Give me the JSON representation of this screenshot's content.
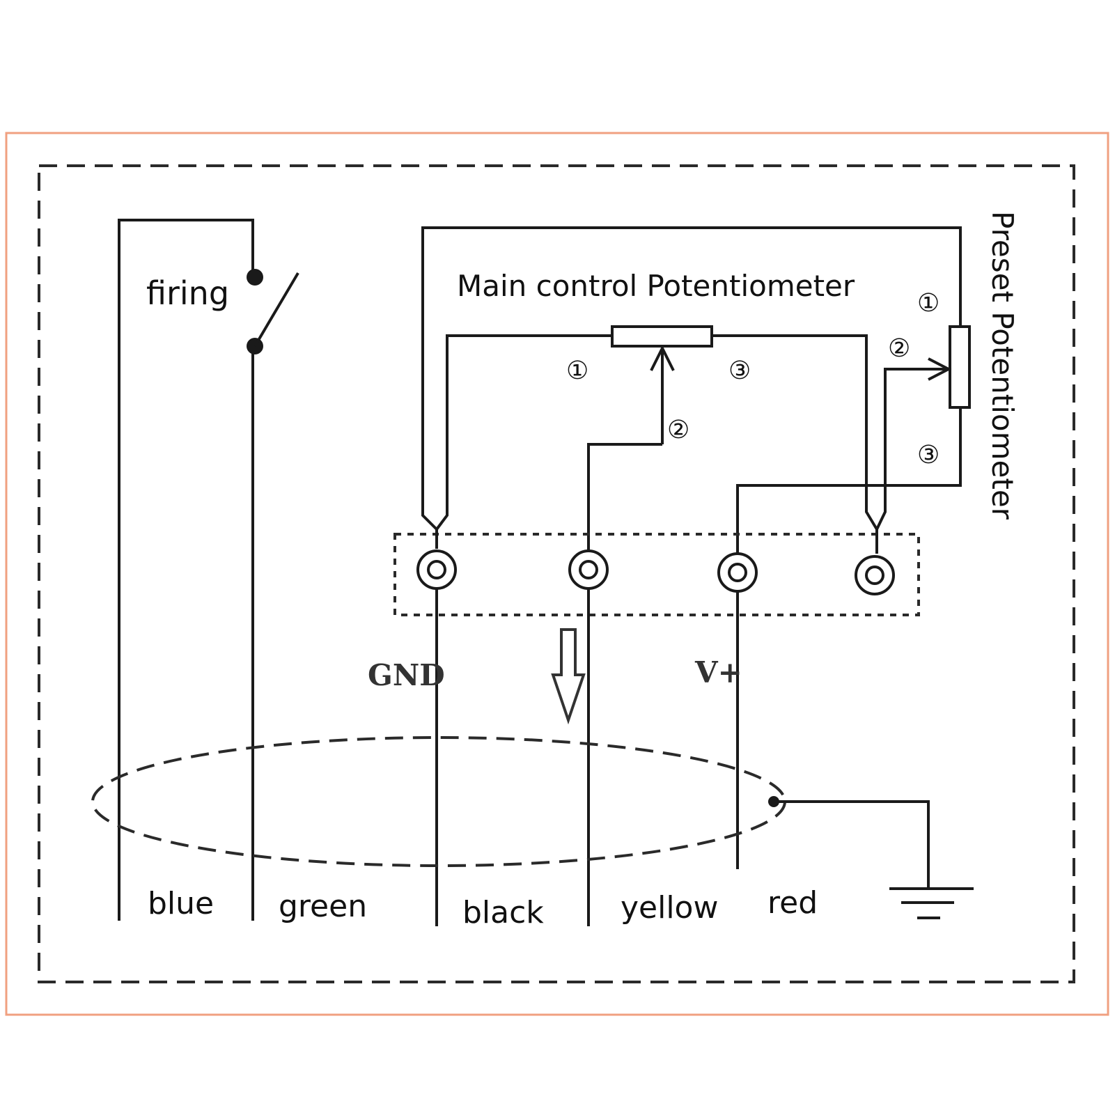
{
  "labels": {
    "firing": "firing",
    "main_pot": "Main control Potentiometer",
    "preset_pot": "Preset Potentiometer",
    "gnd": "GND",
    "vplus": "V+"
  },
  "pin_labels": {
    "main_1": "①",
    "main_2": "②",
    "main_3": "③",
    "preset_1": "①",
    "preset_2": "②",
    "preset_3": "③"
  },
  "wires": {
    "blue": "blue",
    "green": "green",
    "black": "black",
    "yellow": "yellow",
    "red": "red"
  },
  "colors": {
    "frame": "#f0a080",
    "line": "#1a1a1a"
  }
}
